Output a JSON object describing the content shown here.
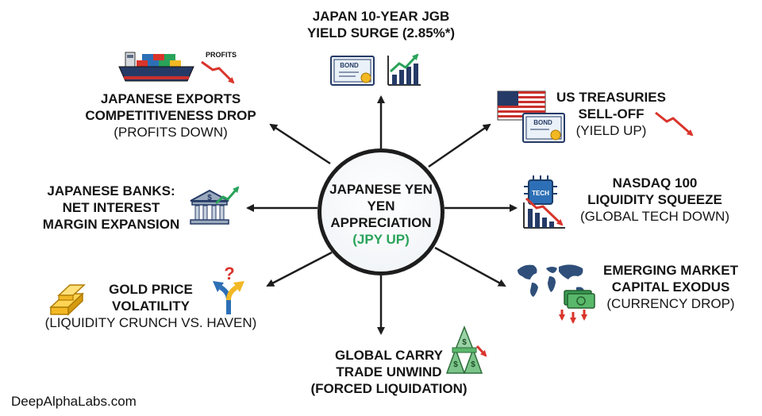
{
  "center": {
    "line1": "JAPANESE YEN",
    "line2": "YEN",
    "line3": "APPRECIATION",
    "line4": "(JPY UP)",
    "accent": "#29a35a",
    "icon": "up-arrow-icon"
  },
  "nodes": {
    "jgb": {
      "title1": "JAPAN 10-YEAR JGB",
      "title2": "YIELD SURGE (2.85%*)",
      "icons": [
        "bond-certificate-icon",
        "rising-chart-icon"
      ],
      "bond_label": "BOND"
    },
    "treasuries": {
      "title1": "US TREASURIES",
      "title2": "SELL-OFF",
      "sub": "(YIELD UP)",
      "icons": [
        "us-flag-icon",
        "bond-certificate-icon",
        "down-arrow-icon"
      ],
      "bond_label": "BOND"
    },
    "nasdaq": {
      "title1": "NASDAQ 100",
      "title2": "LIQUIDITY SQUEEZE",
      "sub": "(GLOBAL TECH DOWN)",
      "icons": [
        "tech-chip-icon",
        "falling-chart-icon"
      ],
      "chip_label": "TECH"
    },
    "emerging": {
      "title1": "EMERGING MARKET",
      "title2": "CAPITAL EXODUS",
      "sub": "(CURRENCY DROP)",
      "icons": [
        "world-map-icon",
        "cash-outflow-icon"
      ]
    },
    "carry": {
      "title1": "GLOBAL CARRY",
      "title2": "TRADE UNWIND",
      "title3": "(FORCED LIQUIDATION)",
      "icons": [
        "cash-house-of-cards-icon",
        "down-arrow-icon"
      ]
    },
    "gold": {
      "title1": "GOLD PRICE",
      "title2": "VOLATILITY",
      "sub": "(LIQUIDITY CRUNCH VS. HAVEN)",
      "icons": [
        "gold-bar-icon",
        "split-arrow-question-icon"
      ]
    },
    "banks": {
      "title1": "JAPANESE BANKS:",
      "title2": "NET INTEREST",
      "title3": "MARGIN EXPANSION",
      "icons": [
        "bank-icon",
        "rising-chart-icon"
      ]
    },
    "exports": {
      "title1": "JAPANESE EXPORTS",
      "title2": "COMPETITIVENESS DROP",
      "sub": "(PROFITS DOWN)",
      "icons": [
        "cargo-ship-icon",
        "falling-profits-icon"
      ],
      "profits_label": "PROFITS"
    }
  },
  "footer": "DeepAlphaLabs.com",
  "colors": {
    "positive": "#29a35a",
    "negative": "#d9342b",
    "line": "#1d1d1d",
    "gold": "#f2b824",
    "navy": "#253a66"
  }
}
